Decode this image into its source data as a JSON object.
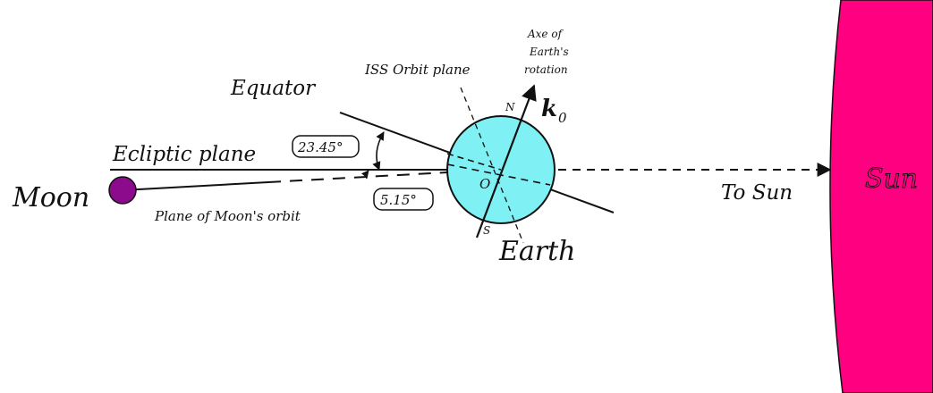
{
  "labels": {
    "axis_line1": "Axe of",
    "axis_line2": "Earth's",
    "axis_line3": "rotation",
    "iss_orbit_plane": "ISS Orbit plane",
    "equator": "Equator",
    "ecliptic_plane": "Ecliptic plane",
    "moon": "Moon",
    "plane_of_moons_orbit": "Plane of Moon's orbit",
    "earth": "Earth",
    "to_sun": "To Sun",
    "sun": "Sun",
    "north": "N",
    "south": "S",
    "origin": "O",
    "k_vector": "k",
    "k_subscript": "0",
    "angle_equator": "23.45°",
    "angle_moon": "5.15°"
  },
  "colors": {
    "sun": "#ff0080",
    "earth": "#7ff0f4",
    "moon": "#8c0a8c",
    "line": "#111111"
  }
}
